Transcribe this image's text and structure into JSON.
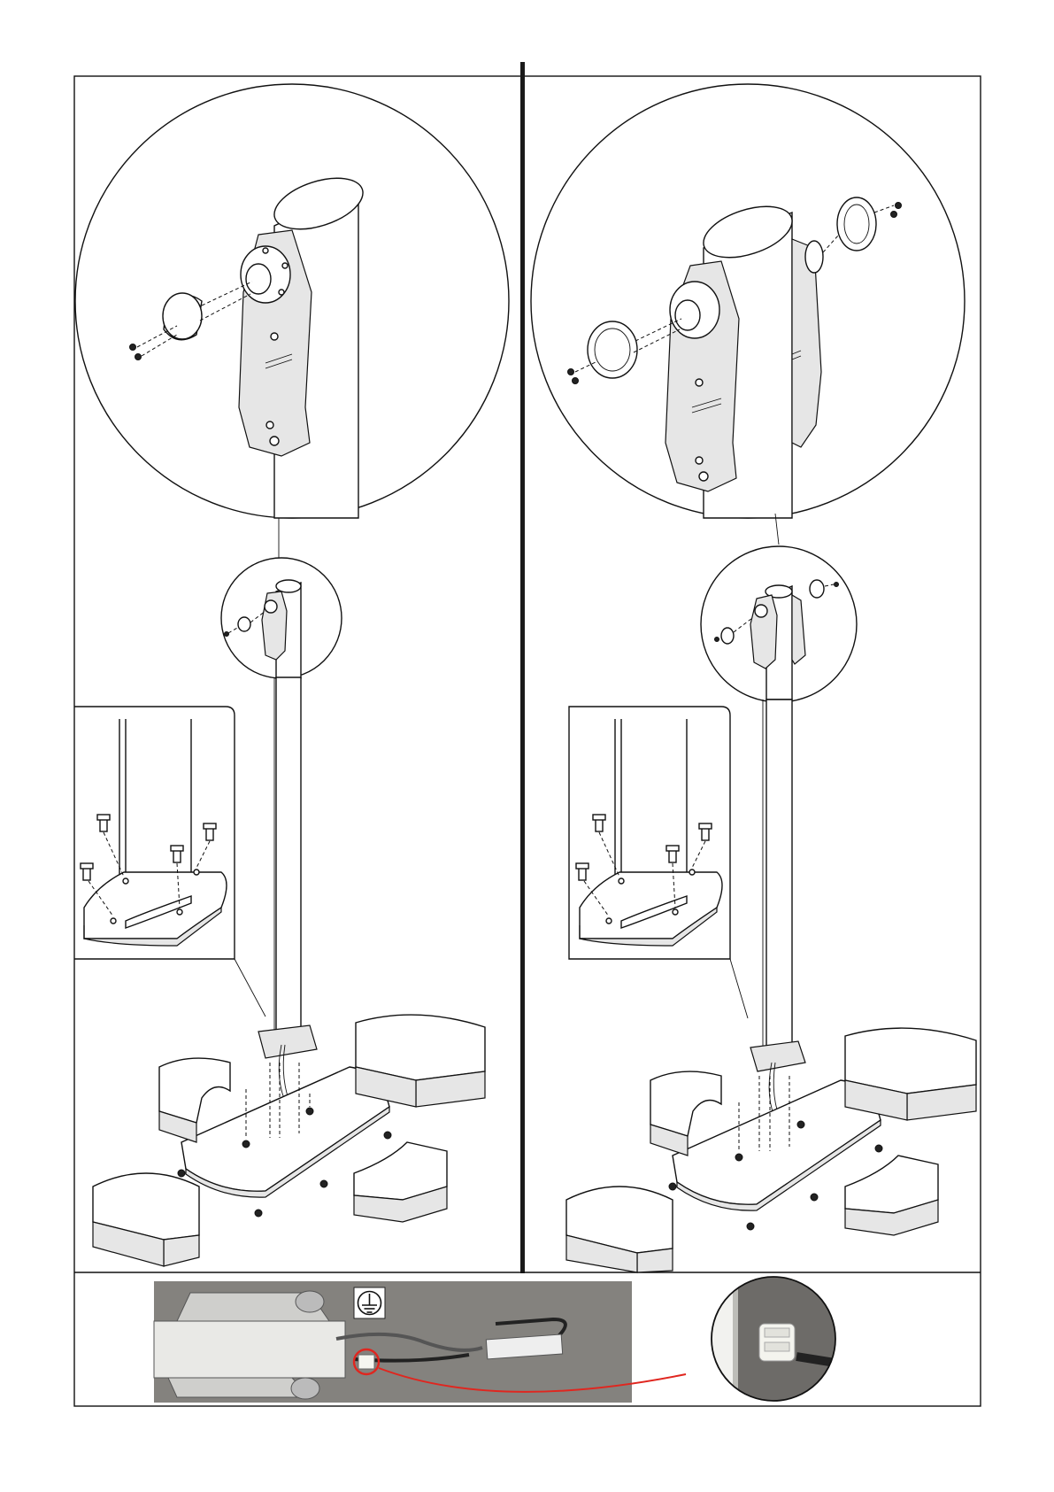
{
  "panels": [
    {
      "id": "variant-single-arm",
      "arms": 1
    },
    {
      "id": "variant-double-arm",
      "arms": 2
    }
  ],
  "photo": {
    "icon": "protective-earth-icon",
    "highlight_color": "#e0261f"
  },
  "colors": {
    "line": "#111111",
    "background": "#ffffff",
    "divider": "#1a1a1a"
  }
}
